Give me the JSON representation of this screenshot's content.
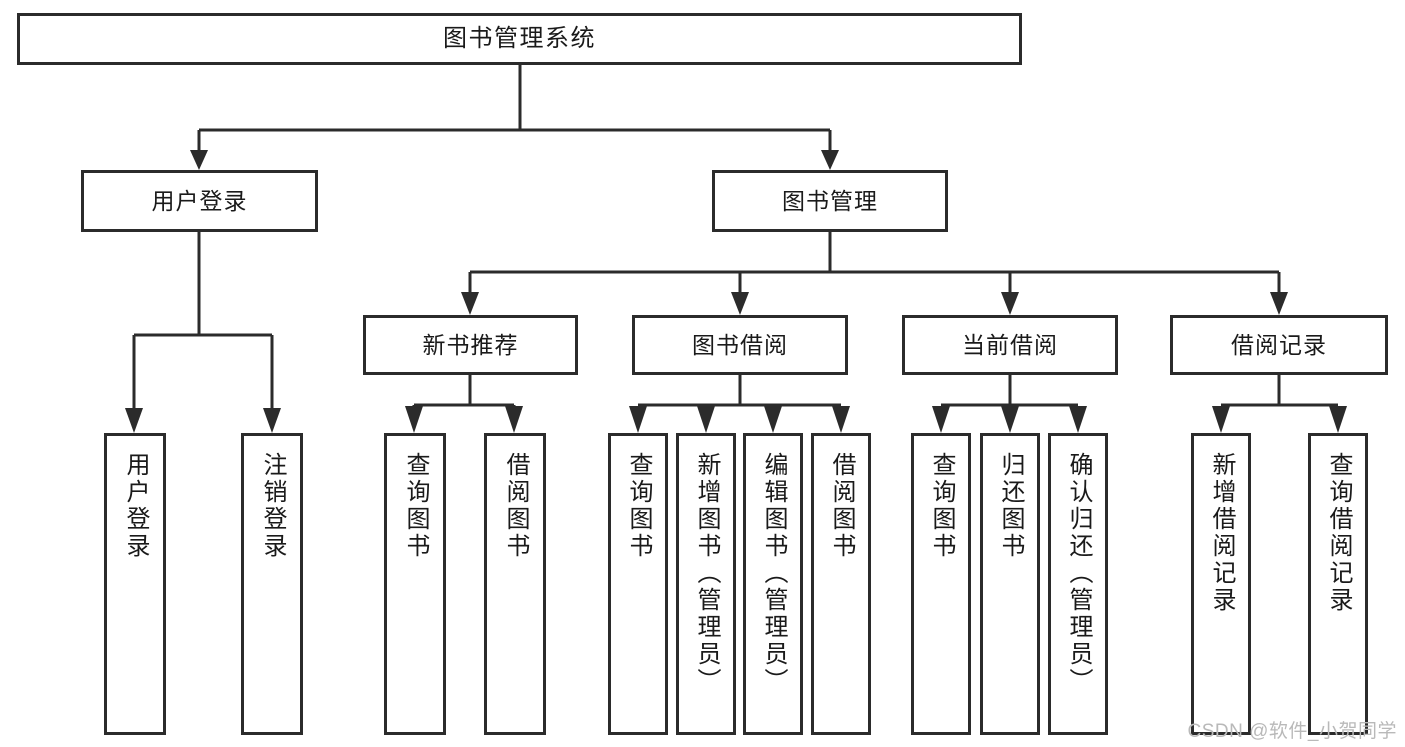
{
  "diagram": {
    "title": "图书管理系统",
    "type": "tree-hierarchy-chart",
    "watermark": "CSDN @软件_小贺同学",
    "colors": {
      "stroke": "#2b2b2b",
      "fill": "#ffffff",
      "text": "#1a1a1a",
      "watermark": "#b9b9b9"
    }
  },
  "nodes": {
    "root": {
      "label": "图书管理系统"
    },
    "level2": [
      {
        "label": "用户登录"
      },
      {
        "label": "图书管理"
      }
    ],
    "level3": [
      {
        "label": "新书推荐"
      },
      {
        "label": "图书借阅"
      },
      {
        "label": "当前借阅"
      },
      {
        "label": "借阅记录"
      }
    ],
    "leaves": {
      "user_login": [
        {
          "label": "用户登录"
        },
        {
          "label": "注销登录"
        }
      ],
      "new_book_recommend": [
        {
          "label": "查询图书"
        },
        {
          "label": "借阅图书"
        }
      ],
      "book_borrow": [
        {
          "label": "查询图书"
        },
        {
          "label": "新增图书（管理员）"
        },
        {
          "label": "编辑图书（管理员）"
        },
        {
          "label": "借阅图书"
        }
      ],
      "current_borrow": [
        {
          "label": "查询图书"
        },
        {
          "label": "归还图书"
        },
        {
          "label": "确认归还（管理员）"
        }
      ],
      "borrow_record": [
        {
          "label": "新增借阅记录"
        },
        {
          "label": "查询借阅记录"
        }
      ]
    }
  }
}
